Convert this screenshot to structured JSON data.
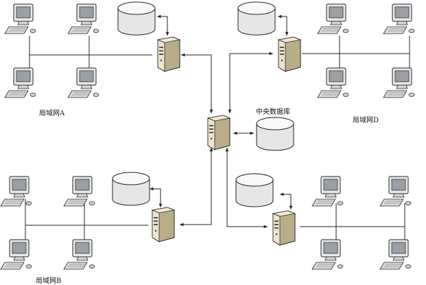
{
  "labels": {
    "lan_a": "局域网A",
    "lan_b": "局域网B",
    "lan_d": "局域网D",
    "central_db": "中央数据库"
  },
  "colors": {
    "server_body": "#ece4cc",
    "server_side": "#b9ad88",
    "db_fill": "#e6e6e6",
    "db_top": "#f8f8f8",
    "monitor_screen": "#9aa0a6",
    "line": "#222222"
  },
  "icons": [
    "desktop-computer-icon",
    "server-tower-icon",
    "database-cylinder-icon"
  ]
}
